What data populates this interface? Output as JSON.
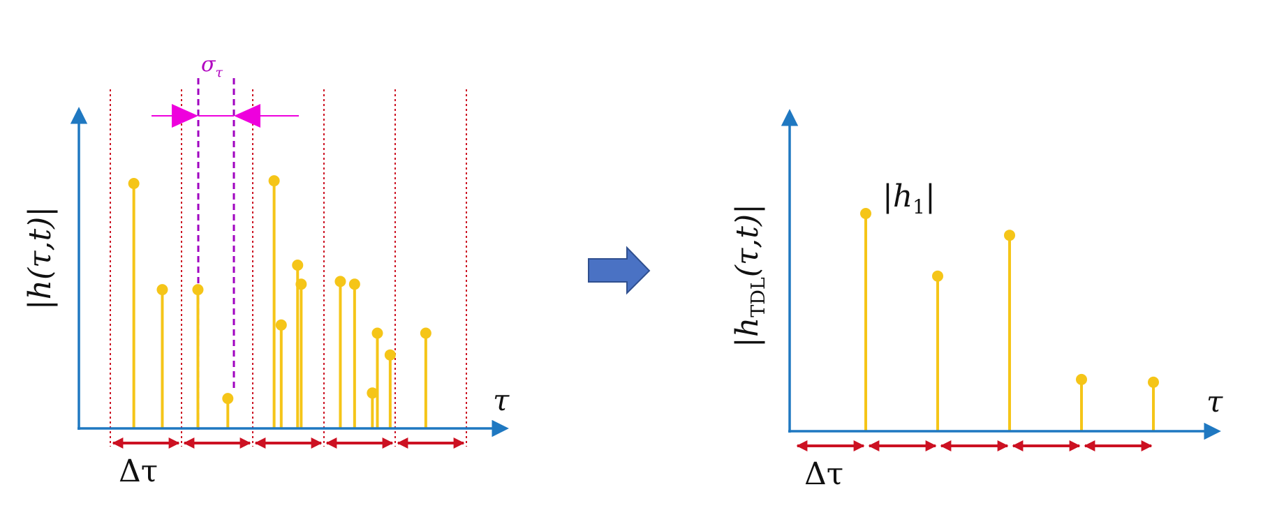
{
  "colors": {
    "axis": "#1f78c1",
    "stem": "#f5c518",
    "bin_line": "#cc1122",
    "bin_arrow": "#cc1122",
    "sigma_dashed": "#a000c0",
    "sigma_arrow": "#ee00dd",
    "transform_arrow": "#4a72c4"
  },
  "left_diagram": {
    "y_label": "|h(τ,t)|",
    "x_label": "τ",
    "sigma_label": "σ",
    "sigma_subscript": "τ",
    "bin_label": "Δτ",
    "bin_count": 5,
    "tap_magnitudes": [
      0.9,
      0.51,
      0.51,
      0.11,
      0.91,
      0.38,
      0.6,
      0.53,
      0.54,
      0.53,
      0.35,
      0.13,
      0.27,
      0.35
    ],
    "tap_delays": [
      0.33,
      0.73,
      1.23,
      1.65,
      2.3,
      2.4,
      2.63,
      2.68,
      3.23,
      3.43,
      3.75,
      3.68,
      3.93,
      4.43
    ]
  },
  "right_diagram": {
    "y_label_main": "|h",
    "y_label_sub": "TDL",
    "y_label_rest": "(τ,t)|",
    "x_label": "τ",
    "tap_label_main": "|h",
    "tap_label_sub": "1",
    "tap_label_end": "|",
    "bin_label": "Δτ",
    "bin_count": 5,
    "tap_magnitudes": [
      0.8,
      0.57,
      0.72,
      0.19,
      0.18
    ]
  }
}
